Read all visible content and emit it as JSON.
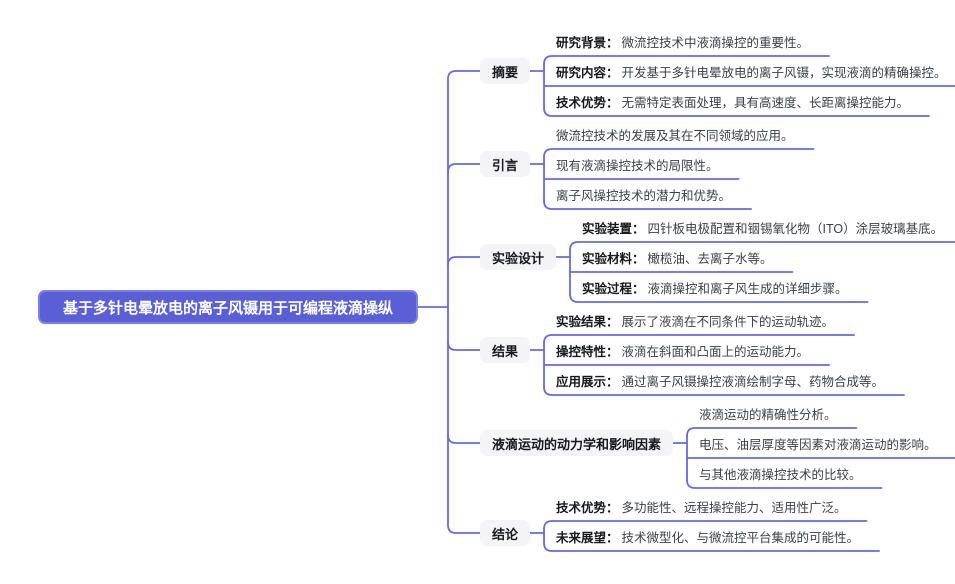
{
  "root": {
    "title": "基于多针电晕放电的离子风镊用于可编程液滴操纵"
  },
  "colors": {
    "accent": "#5A5FD6",
    "line": "#656BDC",
    "topic_bg": "#F4F4F6"
  },
  "branches": [
    {
      "label": "摘要",
      "children": [
        {
          "label": "研究背景：",
          "text": "微流控技术中液滴操控的重要性。"
        },
        {
          "label": "研究内容：",
          "text": "开发基于多针电晕放电的离子风镊，实现液滴的精确操控。"
        },
        {
          "label": "技术优势：",
          "text": "无需特定表面处理，具有高速度、长距离操控能力。"
        }
      ]
    },
    {
      "label": "引言",
      "children": [
        {
          "label": "",
          "text": "微流控技术的发展及其在不同领域的应用。"
        },
        {
          "label": "",
          "text": "现有液滴操控技术的局限性。"
        },
        {
          "label": "",
          "text": "离子风操控技术的潜力和优势。"
        }
      ]
    },
    {
      "label": "实验设计",
      "children": [
        {
          "label": "实验装置：",
          "text": "四针板电极配置和铟锡氧化物（ITO）涂层玻璃基底。"
        },
        {
          "label": "实验材料：",
          "text": "橄榄油、去离子水等。"
        },
        {
          "label": "实验过程：",
          "text": "液滴操控和离子风生成的详细步骤。"
        }
      ]
    },
    {
      "label": "结果",
      "children": [
        {
          "label": "实验结果：",
          "text": "展示了液滴在不同条件下的运动轨迹。"
        },
        {
          "label": "操控特性：",
          "text": "液滴在斜面和凸面上的运动能力。"
        },
        {
          "label": "应用展示：",
          "text": "通过离子风镊操控液滴绘制字母、药物合成等。"
        }
      ]
    },
    {
      "label": "液滴运动的动力学和影响因素",
      "children": [
        {
          "label": "",
          "text": "液滴运动的精确性分析。"
        },
        {
          "label": "",
          "text": "电压、油层厚度等因素对液滴运动的影响。"
        },
        {
          "label": "",
          "text": "与其他液滴操控技术的比较。"
        }
      ]
    },
    {
      "label": "结论",
      "children": [
        {
          "label": "技术优势：",
          "text": "多功能性、远程操控能力、适用性广泛。"
        },
        {
          "label": "未来展望：",
          "text": "技术微型化、与微流控平台集成的可能性。"
        }
      ]
    }
  ]
}
